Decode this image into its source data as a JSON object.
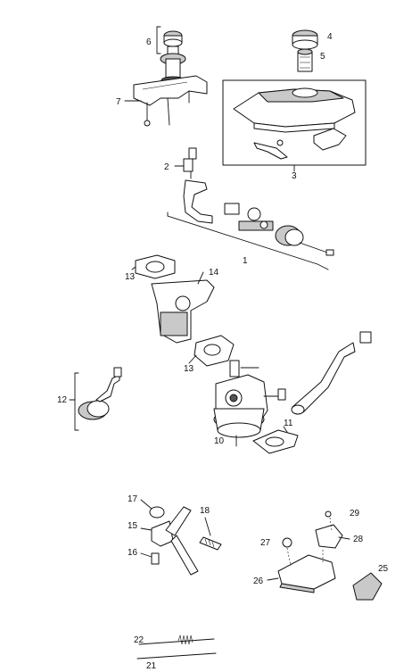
{
  "diagram": {
    "callouts": {
      "c1": "1",
      "c2": "2",
      "c3": "3",
      "c4": "4",
      "c5": "5",
      "c6": "6",
      "c7": "7",
      "c10": "10",
      "c11": "11",
      "c12": "12",
      "c13a": "13",
      "c13b": "13",
      "c14": "14",
      "c15": "15",
      "c16": "16",
      "c17": "17",
      "c18": "18",
      "c21": "21",
      "c22": "22",
      "c25": "25",
      "c26": "26",
      "c27": "27",
      "c28": "28",
      "c29": "29"
    }
  }
}
